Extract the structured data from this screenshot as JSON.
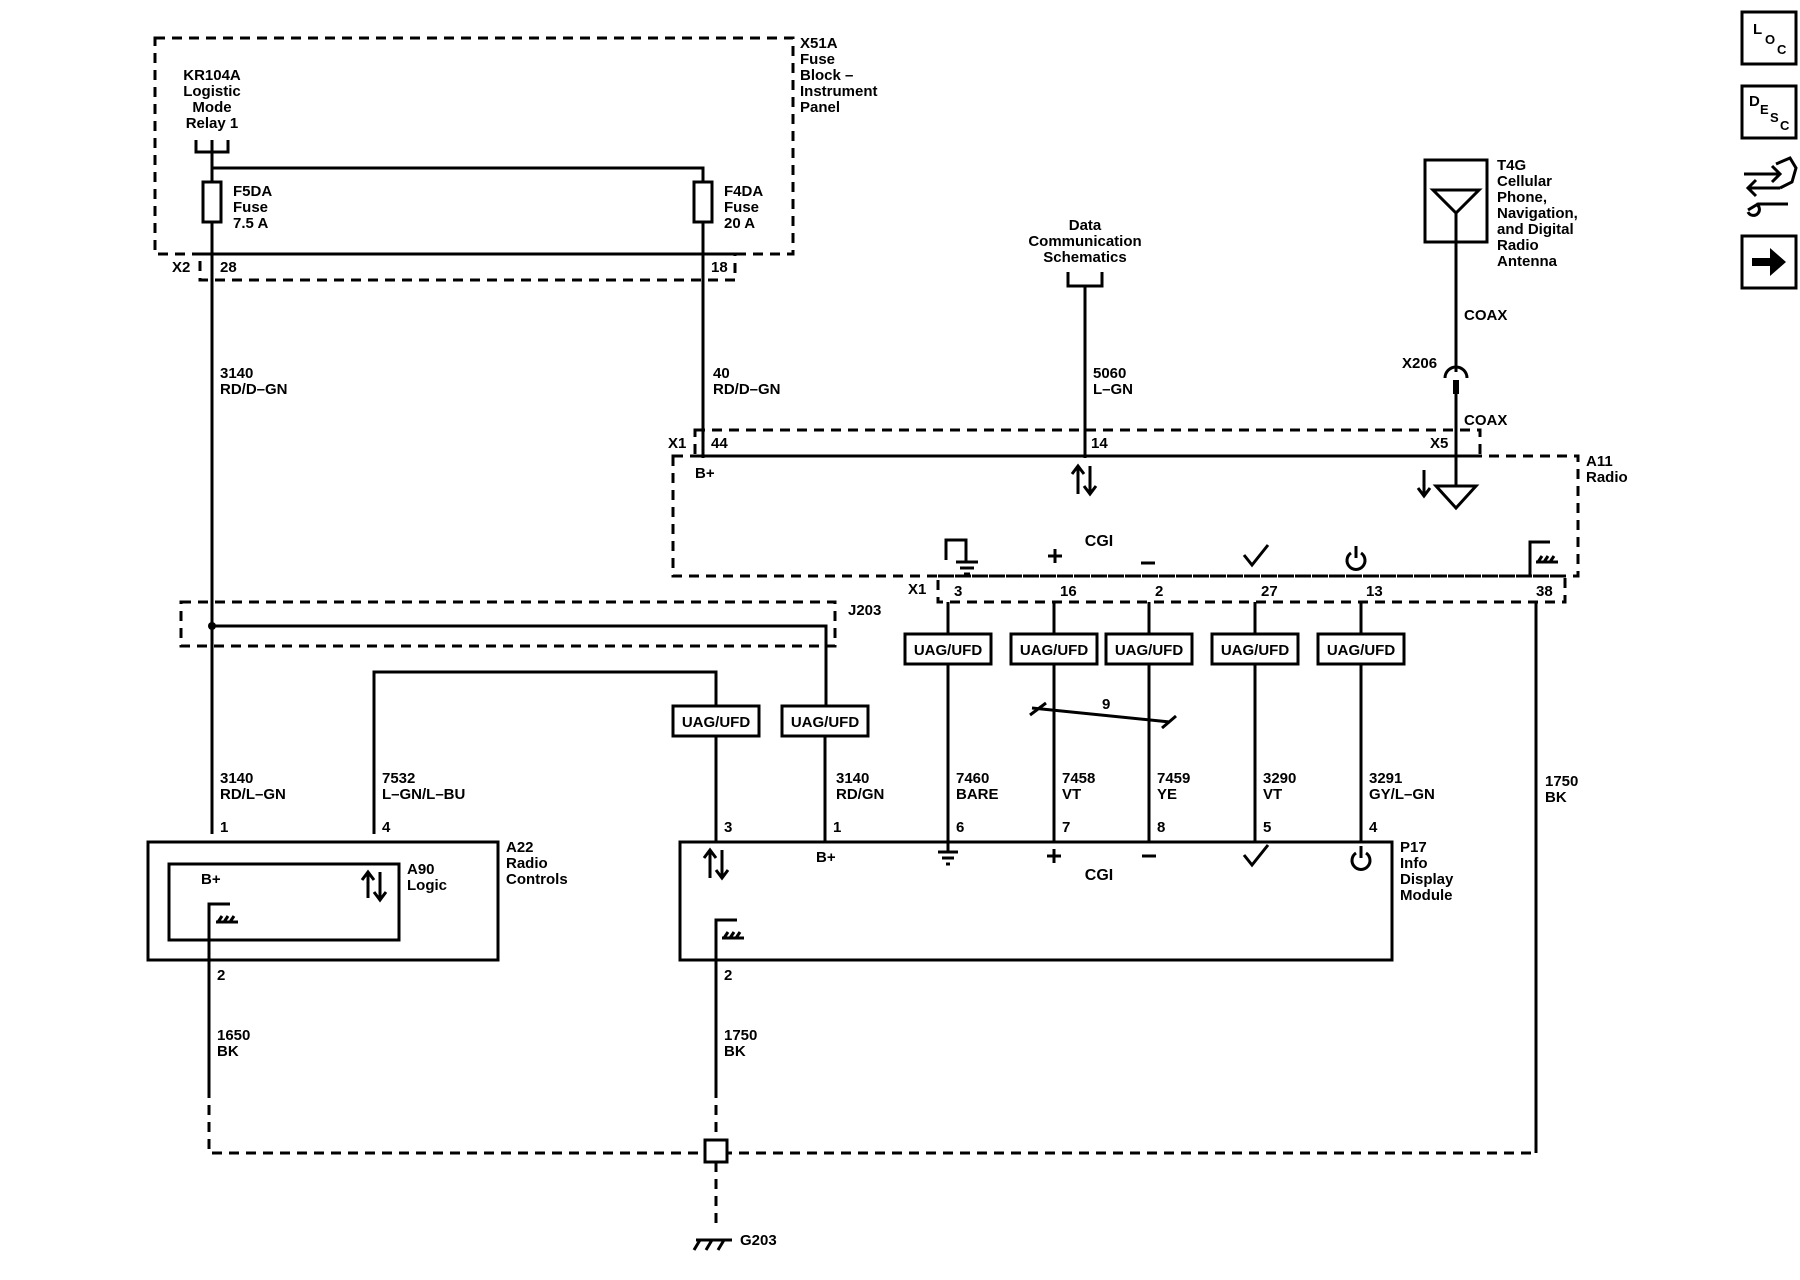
{
  "fuse_block": {
    "name": [
      "X51A",
      "Fuse",
      "Block –",
      "Instrument",
      "Panel"
    ],
    "relay": [
      "KR104A",
      "Logistic",
      "Mode",
      "Relay 1"
    ],
    "fuse1": [
      "F5DA",
      "Fuse",
      "7.5 A"
    ],
    "fuse2": [
      "F4DA",
      "Fuse",
      "20 A"
    ],
    "connector": "X2",
    "pin_a": "28",
    "pin_b": "18"
  },
  "data_comm": [
    "Data",
    "Communication",
    "Schematics"
  ],
  "antenna": {
    "name": [
      "T4G",
      "Cellular",
      "Phone,",
      "Navigation,",
      "and Digital",
      "Radio",
      "Antenna"
    ],
    "coax_top": "COAX",
    "coax_bottom": "COAX",
    "connector_inline": "X206",
    "connector_radio": "X5"
  },
  "radio": {
    "name": [
      "A11",
      "Radio"
    ],
    "cgi": "CGI",
    "bplus": "B+",
    "connector_top": "X1",
    "pin_44": "44",
    "pin_14": "14",
    "connector_bottom": "X1",
    "pins_bottom": [
      "3",
      "16",
      "2",
      "27",
      "13",
      "38"
    ]
  },
  "wires_top": {
    "w3140_num": "3140",
    "w3140_color": "RD/D–GN",
    "w40_num": "40",
    "w40_color": "RD/D–GN",
    "w5060_num": "5060",
    "w5060_color": "L–GN"
  },
  "splice": "J203",
  "uag_label": "UAG/UFD",
  "twist_count": "9",
  "wires_mid": [
    {
      "num": "3140",
      "color": "RD/L–GN"
    },
    {
      "num": "7532",
      "color": "L–GN/L–BU"
    },
    {
      "num": "3140",
      "color": "RD/GN"
    },
    {
      "num": "7460",
      "color": "BARE"
    },
    {
      "num": "7458",
      "color": "VT"
    },
    {
      "num": "7459",
      "color": "YE"
    },
    {
      "num": "3290",
      "color": "VT"
    },
    {
      "num": "3291",
      "color": "GY/L–GN"
    },
    {
      "num": "1750",
      "color": "BK"
    }
  ],
  "radio_controls": {
    "name": [
      "A22",
      "Radio",
      "Controls"
    ],
    "logic": [
      "A90",
      "Logic"
    ],
    "bplus": "B+",
    "pin_1": "1",
    "pin_4": "4",
    "pin_2": "2"
  },
  "info_display": {
    "name": [
      "P17",
      "Info",
      "Display",
      "Module"
    ],
    "cgi": "CGI",
    "bplus": "B+",
    "pins": [
      "3",
      "1",
      "6",
      "7",
      "8",
      "5",
      "4"
    ],
    "pin_ground": "2"
  },
  "wires_bottom": {
    "w1650_num": "1650",
    "w1650_color": "BK",
    "w1750_num": "1750",
    "w1750_color": "BK"
  },
  "ground": "G203",
  "nav": {
    "loc": [
      "L",
      "O",
      "C"
    ],
    "desc": [
      "D",
      "E",
      "S",
      "C"
    ]
  }
}
